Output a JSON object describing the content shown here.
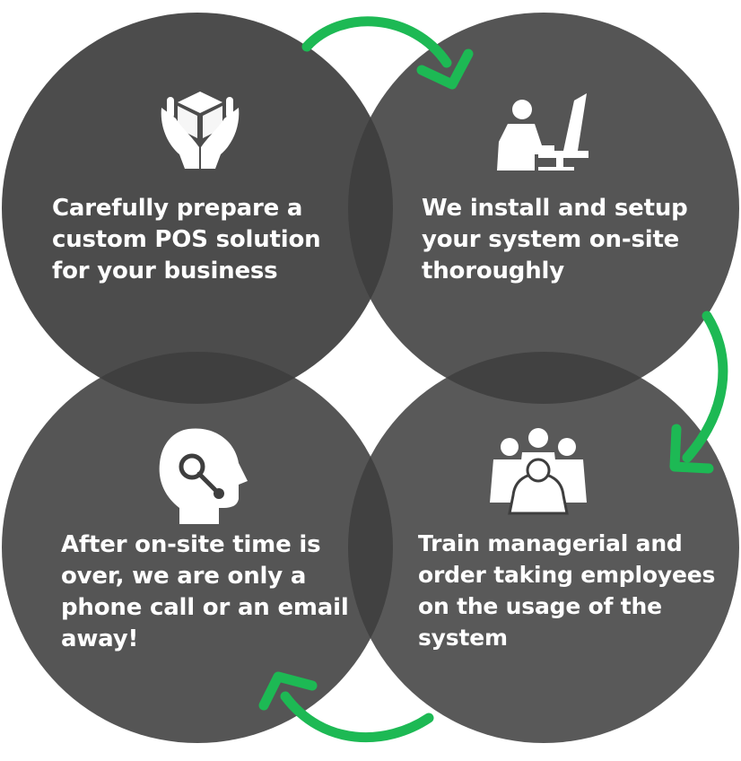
{
  "steps": [
    {
      "id": "prepare",
      "icon": "hands-holding-box-icon",
      "lines": [
        "Carefully prepare a",
        "custom POS solution",
        "for your business"
      ]
    },
    {
      "id": "install",
      "icon": "person-at-computer-icon",
      "lines": [
        "We install and setup",
        "your system on-site",
        "thoroughly"
      ]
    },
    {
      "id": "support",
      "icon": "headset-support-icon",
      "lines": [
        "After on-site time is",
        "over, we are only a",
        "phone call or an email",
        "away!"
      ]
    },
    {
      "id": "train",
      "icon": "group-training-icon",
      "lines": [
        "Train managerial and",
        "order taking employees",
        "on the usage of the",
        "system"
      ]
    }
  ],
  "colors": {
    "circle": "#3e3e3e",
    "overlap": "#353535",
    "icon": "#ffffff",
    "arrow": "#1db954",
    "background": "#ffffff"
  }
}
